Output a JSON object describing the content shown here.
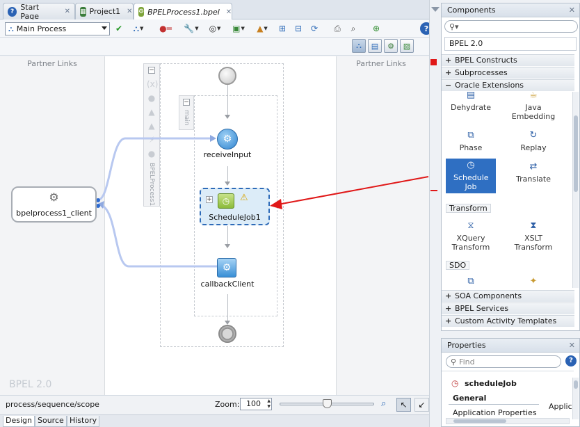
{
  "tabs": [
    {
      "label": "Start Page",
      "icon": "help-icon",
      "active": false
    },
    {
      "label": "Project1",
      "icon": "project-icon",
      "active": false
    },
    {
      "label": "BPELProcess1.bpel",
      "icon": "bpel-file-icon",
      "active": true
    }
  ],
  "toolbar": {
    "process_select": "Main Process"
  },
  "canvas": {
    "left_lane_title": "Partner Links",
    "right_lane_title": "Partner Links",
    "process_name_vertical": "BPELProcess1",
    "scope_name_vertical": "main",
    "watermark": "BPEL 2.0",
    "nodes": {
      "client": "bpelprocess1_client",
      "receive": "receiveInput",
      "scope": "ScheduleJob1",
      "callback": "callbackClient"
    }
  },
  "status": {
    "path": "process/sequence/scope",
    "zoom_label": "Zoom:",
    "zoom_value": "100",
    "zoom_fraction": 0.5
  },
  "bottom_tabs": [
    "Design",
    "Source",
    "History"
  ],
  "components": {
    "title": "Components",
    "search_placeholder": "",
    "palette": "BPEL 2.0",
    "categories_top": [
      "BPEL Constructs",
      "Subprocesses",
      "Oracle Extensions"
    ],
    "oracle_items": [
      "Dehydrate",
      "Java Embedding",
      "Phase",
      "Replay",
      "Schedule Job",
      "Translate"
    ],
    "transform_group": "Transform",
    "transform_items": [
      "XQuery Transform",
      "XSLT Transform"
    ],
    "sdo_group": "SDO",
    "categories_bottom": [
      "SOA Components",
      "BPEL Services",
      "Custom Activity Templates"
    ]
  },
  "properties": {
    "title": "Properties",
    "search_placeholder": "Find",
    "object_name": "scheduleJob",
    "section": "General",
    "subsection": "Application Properties",
    "right_column": "Applic"
  },
  "colors": {
    "accent": "#2f6fc2",
    "link_line": "#b8c8f0",
    "red_arrow": "#e01818",
    "scope_fill": "#dcecf8",
    "scope_border": "#2e6bb8"
  }
}
